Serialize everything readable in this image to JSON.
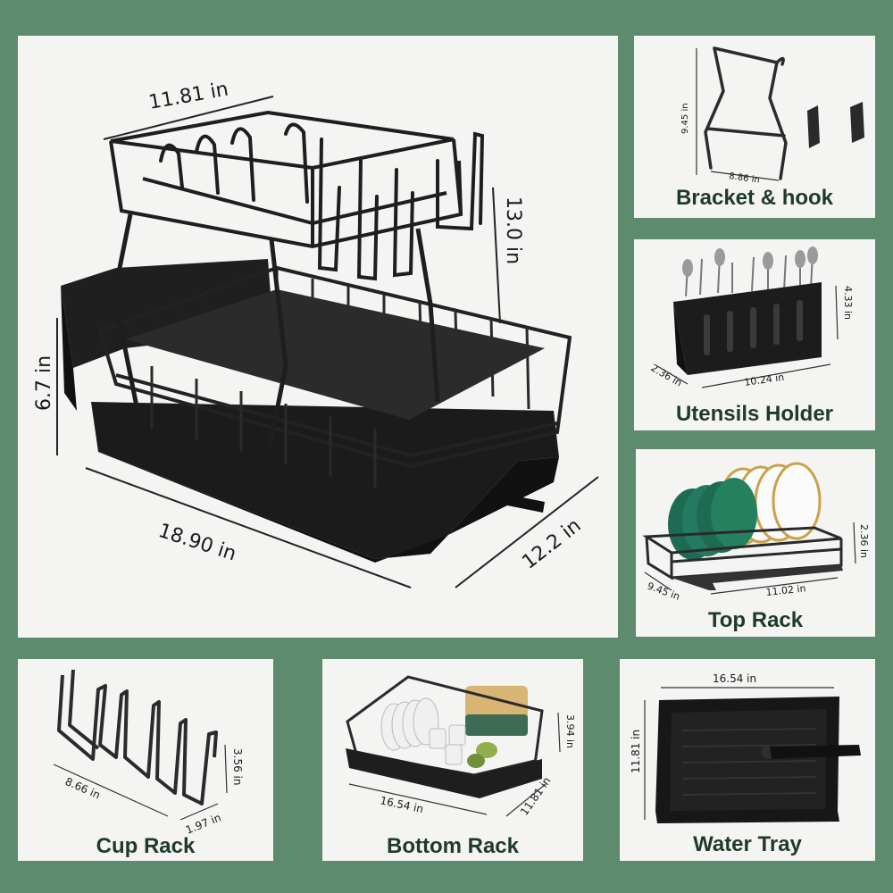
{
  "main": {
    "width_top": "11.81 in",
    "height_total": "13.0 in",
    "height_lower": "6.7 in",
    "length": "18.90 in",
    "depth": "12.2 in"
  },
  "bracket": {
    "caption": "Bracket & hook",
    "height": "9.45 in",
    "width": "8.86 in"
  },
  "utensil": {
    "caption": "Utensils Holder",
    "height": "4.33 in",
    "length": "10.24 in",
    "depth": "2.36 in"
  },
  "top_rack": {
    "caption": "Top Rack",
    "height": "2.36 in",
    "length": "11.02 in",
    "depth": "9.45 in"
  },
  "cup_rack": {
    "caption": "Cup Rack",
    "height": "3.56 in",
    "length": "8.66 in",
    "depth": "1.97 in"
  },
  "bottom_rack": {
    "caption": "Bottom Rack",
    "height": "3.94 in",
    "length": "16.54 in",
    "depth": "11.81 in"
  },
  "water_tray": {
    "caption": "Water Tray",
    "width": "16.54 in",
    "length": "11.81 in"
  },
  "colors": {
    "background": "#5e8a6e",
    "panel": "#f4f4f2",
    "caption": "#1f3a2a",
    "product": "#1c1c1c"
  }
}
